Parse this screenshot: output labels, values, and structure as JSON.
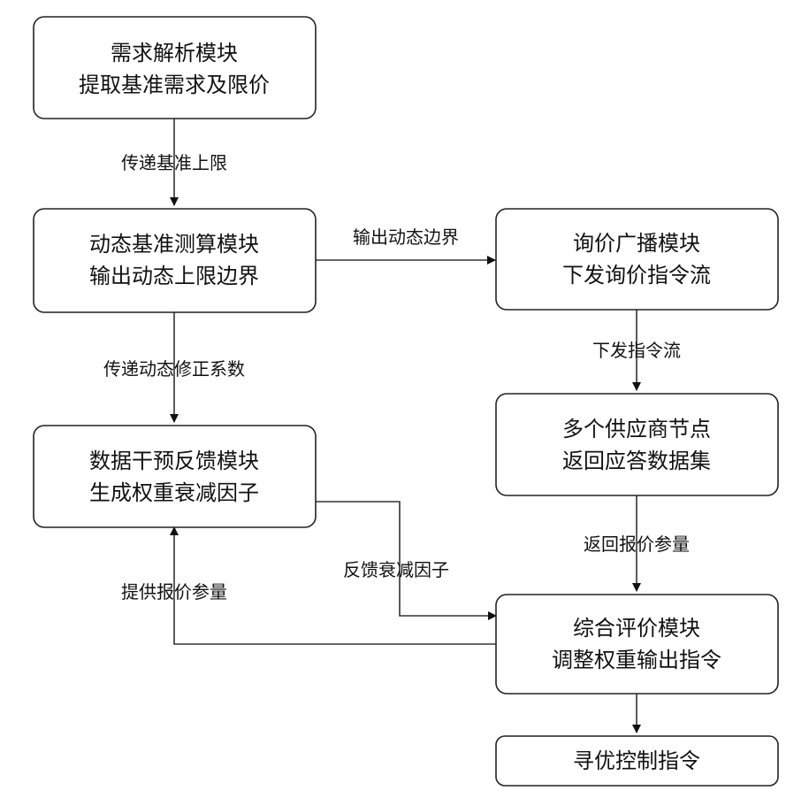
{
  "nodes": {
    "demand_parse": [
      "需求解析模块",
      "提取基准需求及限价"
    ],
    "dynamic_calc": [
      "动态基准测算模块",
      "输出动态上限边界"
    ],
    "data_feedback": [
      "数据干预反馈模块",
      "生成权重衰减因子"
    ],
    "inquiry_broadcast": [
      "询价广播模块",
      "下发询价指令流"
    ],
    "supplier_nodes": [
      "多个供应商节点",
      "返回应答数据集"
    ],
    "evaluation": [
      "综合评价模块",
      "调整权重输出指令"
    ],
    "control_command": [
      "寻优控制指令"
    ]
  },
  "edges": {
    "pass_upper_limit": "传递基准上限",
    "output_boundary": "输出动态边界",
    "pass_coefficient": "传递动态修正系数",
    "issue_stream": "下发指令流",
    "return_quote": "返回报价参量",
    "feedback_factor": "反馈衰减因子",
    "provide_quote": "提供报价参量"
  }
}
